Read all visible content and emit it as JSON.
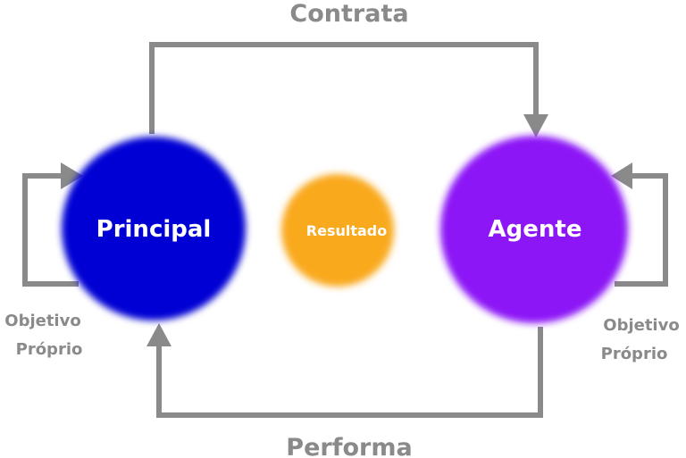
{
  "nodes": {
    "principal": {
      "label": "Principal",
      "color": "#0505d4"
    },
    "resultado": {
      "label": "Resultado",
      "color": "#f9a91a"
    },
    "agente": {
      "label": "Agente",
      "color": "#8c16f6"
    }
  },
  "edges": {
    "contrata": "Contrata",
    "performa": "Performa"
  },
  "loops": {
    "left": {
      "line1": "Objetivo",
      "line2": "Próprio"
    },
    "right": {
      "line1": "Objetivo",
      "line2": "Próprio"
    }
  },
  "colors": {
    "arrow": "#8a8a8a"
  }
}
